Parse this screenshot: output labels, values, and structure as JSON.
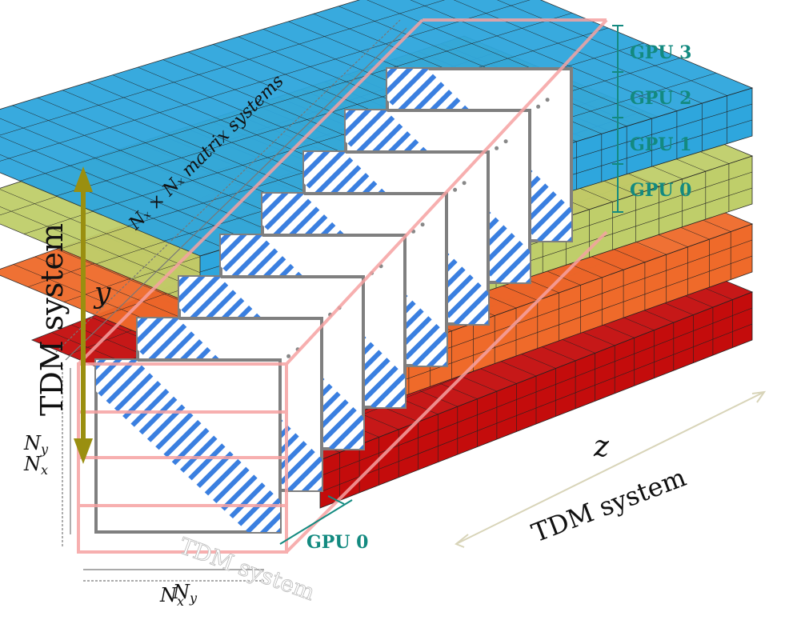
{
  "labels": {
    "gpu3": "GPU 3",
    "gpu2": "GPU 2",
    "gpu1": "GPU 1",
    "gpu0_right": "GPU 0",
    "gpu0_bottom": "GPU 0",
    "tdm_left": "TDM system",
    "tdm_right": "TDM system",
    "tdm_bottom": "TDM system",
    "axis_y": "y",
    "axis_z": "z",
    "matrix_systems": "Nₓ × Nₓ matrix systems",
    "ny_left": "N",
    "ny_left_sub": "y",
    "nx_left": "N",
    "nx_left_sub": "x",
    "nx_bottom": "N",
    "nx_bottom_sub": "x",
    "ny_bottom": "N",
    "ny_bottom_sub": "y"
  },
  "colors": {
    "gpu_label": "#138a80",
    "layer_gpu3": "#2ea6dd",
    "layer_gpu2": "#bfce6a",
    "layer_gpu1": "#ef6a2a",
    "layer_gpu0": "#c40c0c",
    "stripe": "#3a7fe0",
    "frame_gray": "#7f7f7f",
    "frame_pink": "#f6a2a2",
    "y_arrow": "#9a8f10"
  },
  "diagram": {
    "layers": 4,
    "matrix_panels": 8
  }
}
